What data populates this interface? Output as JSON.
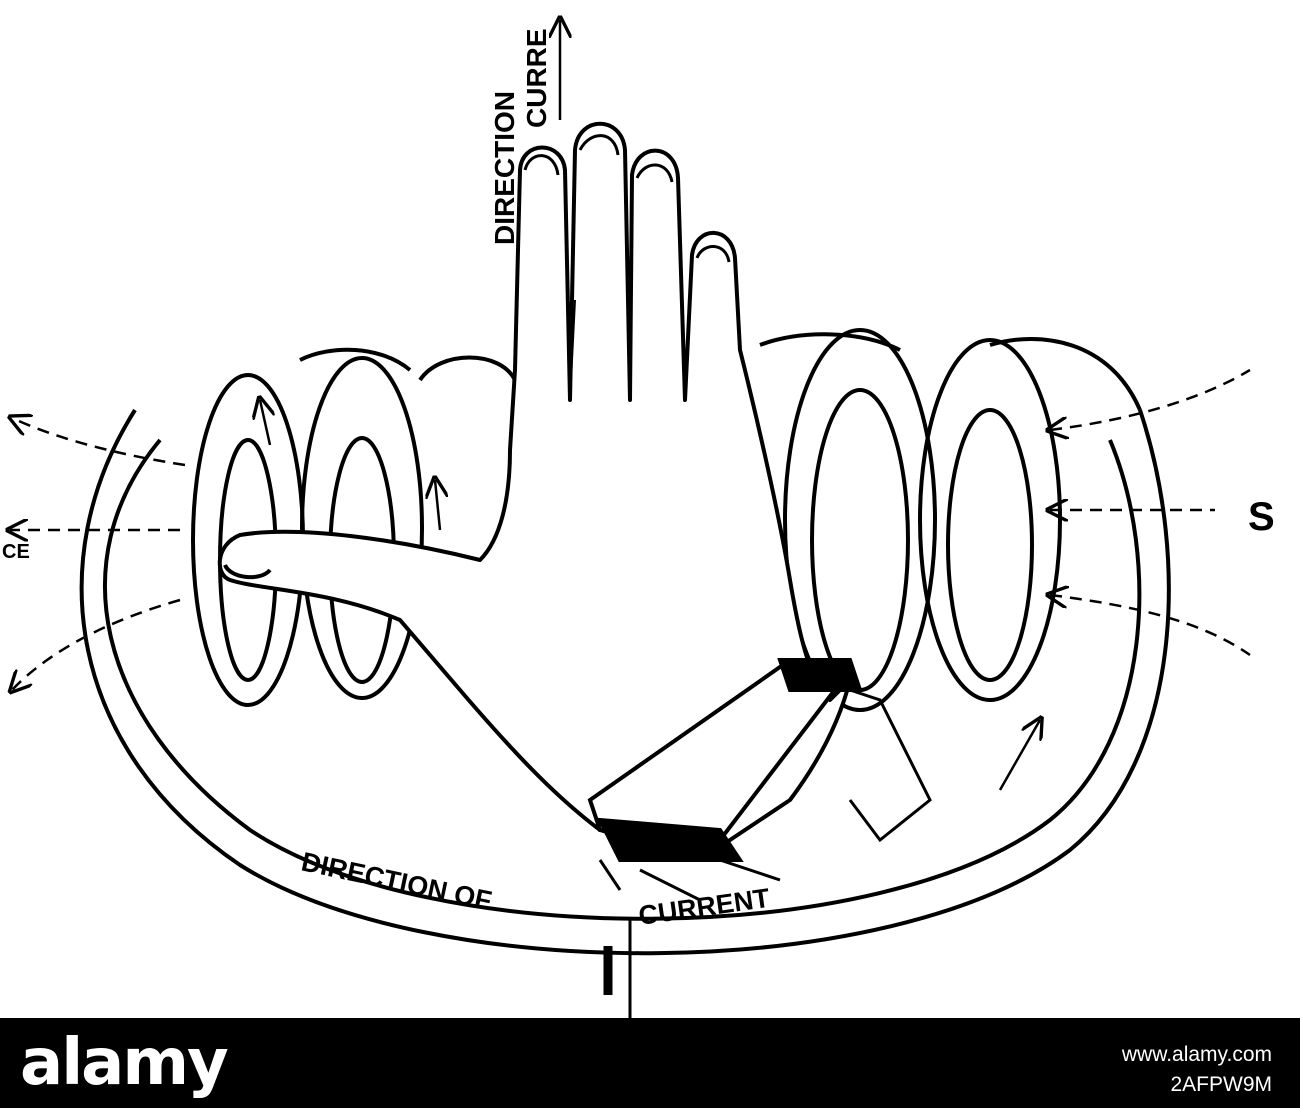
{
  "diagram": {
    "labels": {
      "top_line1": "DIRECTION",
      "top_line2": "CURRE",
      "bottom_left": "DIRECTION OF",
      "bottom_right": "CURRENT",
      "pole_right": "S",
      "left_fragment": "CE"
    }
  },
  "footer": {
    "brand": "alamy",
    "line1": "www.alamy.com",
    "line2": "2AFPW9M"
  },
  "colors": {
    "ink": "#000000",
    "paper": "#ffffff",
    "footer_bg": "#000000"
  }
}
